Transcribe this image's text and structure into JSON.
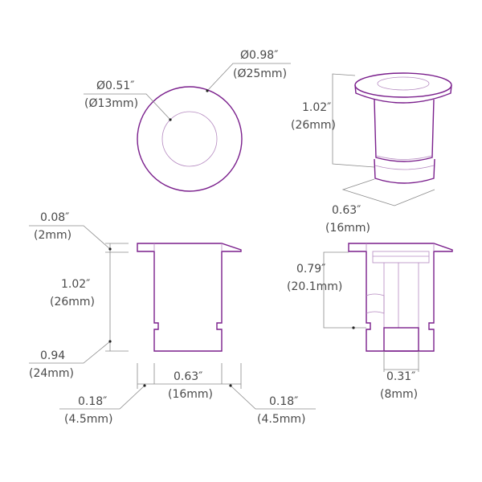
{
  "colors": {
    "part_outline": "#7a1f8c",
    "part_inner": "#b58ac0",
    "dimension_line": "#8a8a8a",
    "text": "#4a4a4a",
    "background": "#ffffff"
  },
  "top_view": {
    "outer_diameter": {
      "imperial": "Ø0.98″",
      "metric": "(Ø25mm)"
    },
    "inner_diameter": {
      "imperial": "Ø0.51″",
      "metric": "(Ø13mm)"
    }
  },
  "iso_view": {
    "height": {
      "imperial": "1.02″",
      "metric": "(26mm)"
    },
    "width": {
      "imperial": "0.63″",
      "metric": "(16mm)"
    }
  },
  "side_view": {
    "flange_thickness": {
      "imperial": "0.08″",
      "metric": "(2mm)"
    },
    "total_height": {
      "imperial": "1.02″",
      "metric": "(26mm)"
    },
    "groove_height": {
      "imperial": "0.94",
      "metric": "(24mm)"
    },
    "body_width": {
      "imperial": "0.63″",
      "metric": "(16mm)"
    },
    "left_flange_overhang": {
      "imperial": "0.18″",
      "metric": "(4.5mm)"
    },
    "right_flange_overhang": {
      "imperial": "0.18″",
      "metric": "(4.5mm)"
    }
  },
  "section_view": {
    "inner_depth": {
      "imperial": "0.79″",
      "metric": "(20.1mm)"
    },
    "bottom_bore": {
      "imperial": "0.31″",
      "metric": "(8mm)"
    }
  }
}
